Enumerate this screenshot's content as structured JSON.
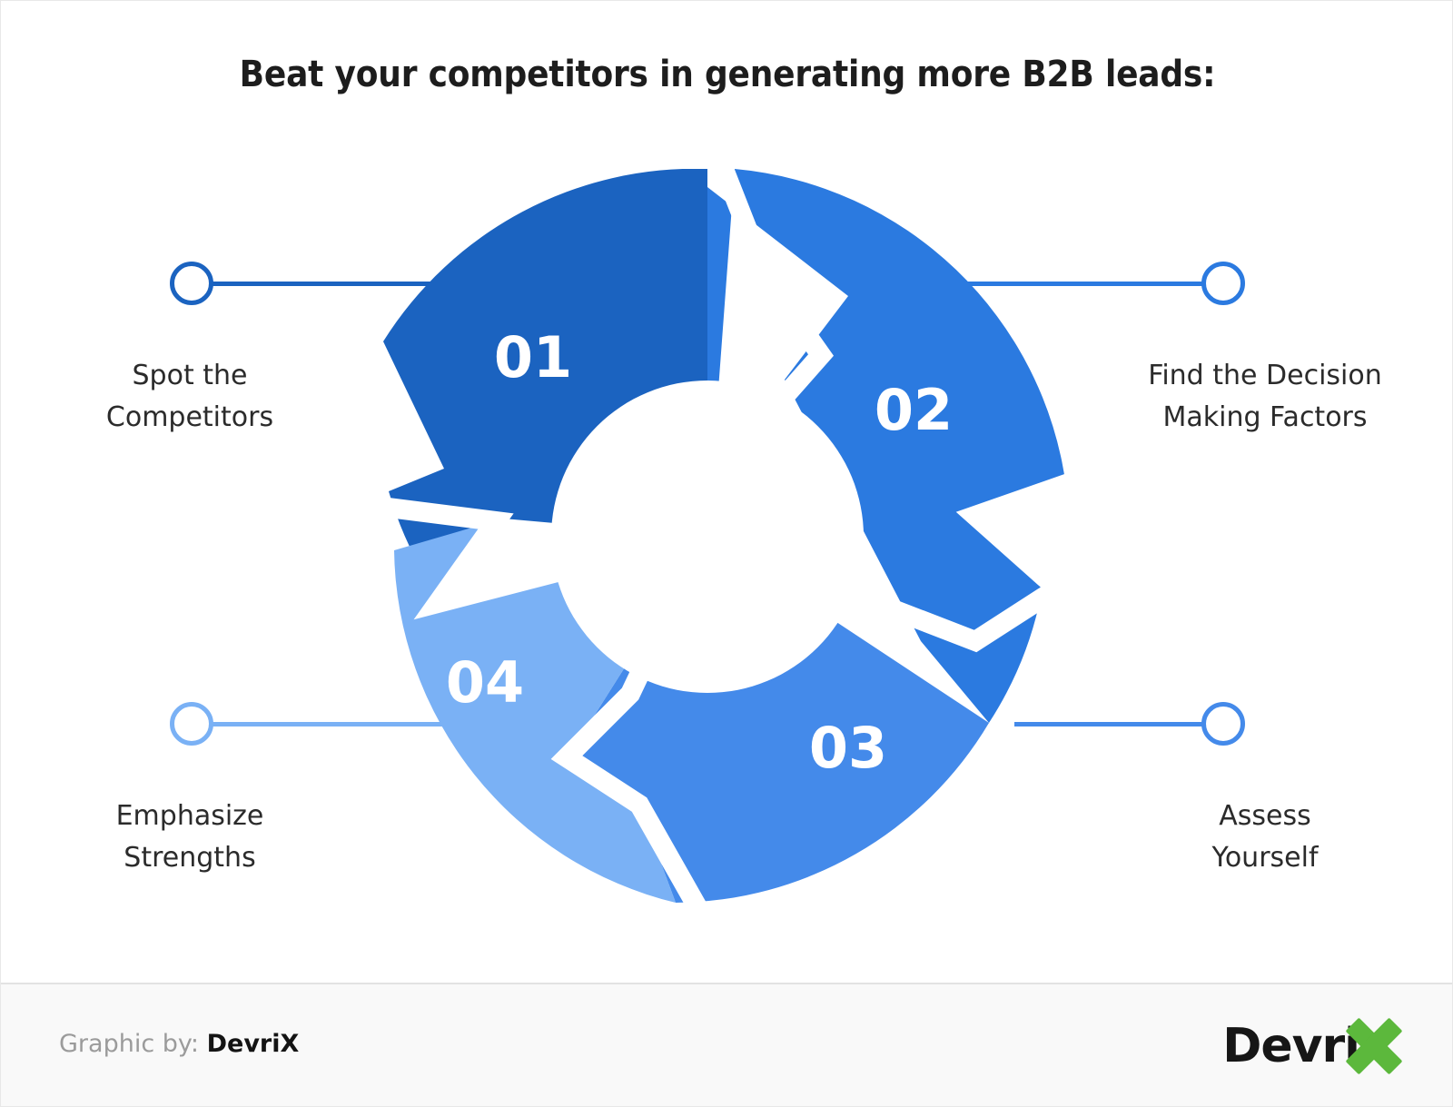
{
  "page": {
    "title": "Beat your competitors in generating more B2B leads:",
    "background": "#ffffff"
  },
  "chart_data": {
    "type": "pie",
    "title": "Beat your competitors in generating more B2B leads:",
    "subtype": "donut-cycle",
    "segments": [
      {
        "number": "01",
        "label": "Spot the Competitors",
        "label_line1": "Spot the",
        "label_line2": "Competitors",
        "color": "#1b63c0",
        "share_percent": 25,
        "side": "left",
        "position": "top-left"
      },
      {
        "number": "02",
        "label": "Find the Decision Making Factors",
        "label_line1": "Find the Decision",
        "label_line2": "Making Factors",
        "color": "#2b7ae0",
        "share_percent": 25,
        "side": "right",
        "position": "top-right"
      },
      {
        "number": "03",
        "label": "Assess Yourself",
        "label_line1": "Assess",
        "label_line2": "Yourself",
        "color": "#448aea",
        "share_percent": 25,
        "side": "right",
        "position": "bottom-right"
      },
      {
        "number": "04",
        "label": "Emphasize Strengths",
        "label_line1": "Emphasize",
        "label_line2": "Strengths",
        "color": "#7ab1f5",
        "share_percent": 25,
        "side": "left",
        "position": "bottom-left"
      }
    ],
    "legend_position": "callouts",
    "grid": false,
    "hole_fraction": 0.42
  },
  "footer": {
    "credit_prefix": "Graphic by:",
    "credit_brand": "DevriX",
    "logo_text": "Devri",
    "logo_mark": "X",
    "logo_mark_color": "#5cb83c",
    "background": "#f9f9f9"
  }
}
